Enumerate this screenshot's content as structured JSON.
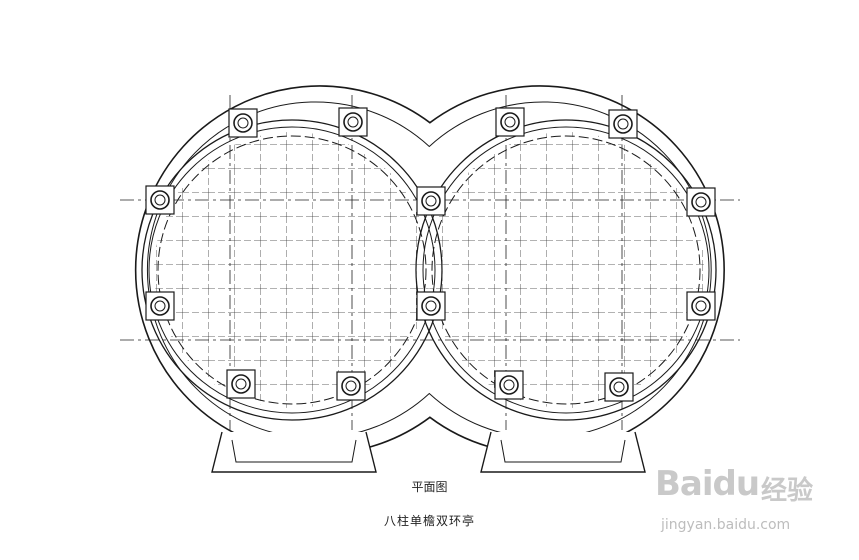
{
  "captions": {
    "plan_title": "平面图",
    "pavilion_name": "八柱单檐双环亭"
  },
  "watermark": {
    "brand": "Baidu",
    "brand_cn": "经验",
    "url": "jingyan.baidu.com"
  },
  "colors": {
    "line": "#1a1a1a",
    "watermark": "#c9c9c9"
  },
  "column_count": 8
}
